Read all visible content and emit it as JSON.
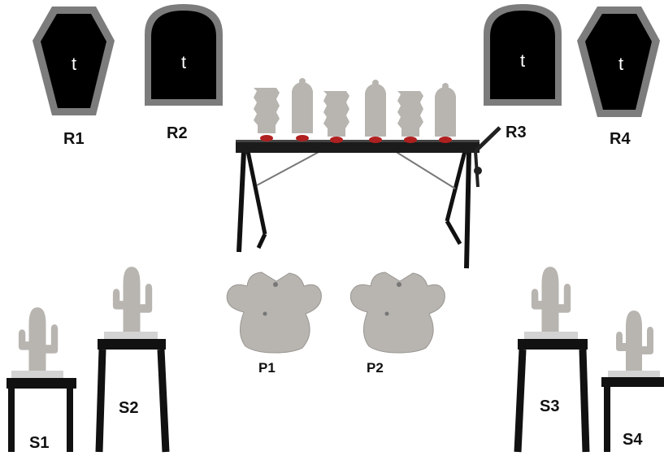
{
  "colors": {
    "target_fill": "#000000",
    "target_border": "#7c7c7c",
    "steel_gray": "#b8b5b1",
    "stand_black": "#111111",
    "plate_gray": "#d3d3d3",
    "cap_red": "#b02020"
  },
  "rectangles": [
    {
      "id": "R1",
      "label": "R1",
      "text": "t",
      "shape": "coffin"
    },
    {
      "id": "R2",
      "label": "R2",
      "text": "t",
      "shape": "tombstone"
    },
    {
      "id": "R3",
      "label": "R3",
      "text": "t",
      "shape": "tombstone"
    },
    {
      "id": "R4",
      "label": "R4",
      "text": "t",
      "shape": "coffin"
    }
  ],
  "stands": [
    {
      "id": "S1",
      "label": "S1"
    },
    {
      "id": "S2",
      "label": "S2"
    },
    {
      "id": "S3",
      "label": "S3"
    },
    {
      "id": "S4",
      "label": "S4"
    }
  ],
  "plates": [
    {
      "id": "P1",
      "label": "P1"
    },
    {
      "id": "P2",
      "label": "P2"
    }
  ],
  "rack": {
    "target_count": 6,
    "target_icons": [
      "cactus-target-icon",
      "cactus-target-icon",
      "cactus-target-icon",
      "cactus-target-icon",
      "cactus-target-icon",
      "cactus-target-icon"
    ]
  }
}
